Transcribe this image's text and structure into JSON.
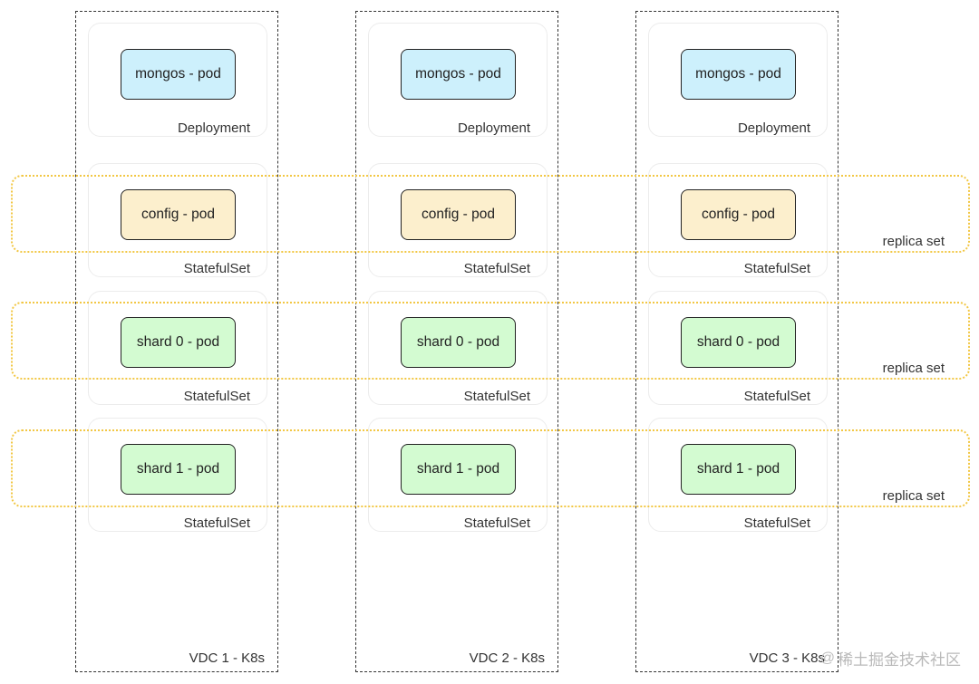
{
  "colors": {
    "mongos_fill": "#cdf0fc",
    "config_fill": "#fcefcd",
    "shard_fill": "#d3fbd1",
    "replica_set_border": "#f2c744",
    "vdc_border": "#333333"
  },
  "columns": [
    {
      "label": "VDC 1 - K8s",
      "groups": [
        {
          "pod": "mongos - pod",
          "type": "Deployment",
          "kind": "mongos"
        },
        {
          "pod": "config - pod",
          "type": "StatefulSet",
          "kind": "config"
        },
        {
          "pod": "shard 0 - pod",
          "type": "StatefulSet",
          "kind": "shard"
        },
        {
          "pod": "shard 1 - pod",
          "type": "StatefulSet",
          "kind": "shard"
        }
      ]
    },
    {
      "label": "VDC 2 - K8s",
      "groups": [
        {
          "pod": "mongos - pod",
          "type": "Deployment",
          "kind": "mongos"
        },
        {
          "pod": "config - pod",
          "type": "StatefulSet",
          "kind": "config"
        },
        {
          "pod": "shard 0 - pod",
          "type": "StatefulSet",
          "kind": "shard"
        },
        {
          "pod": "shard 1 - pod",
          "type": "StatefulSet",
          "kind": "shard"
        }
      ]
    },
    {
      "label": "VDC 3 - K8s",
      "groups": [
        {
          "pod": "mongos - pod",
          "type": "Deployment",
          "kind": "mongos"
        },
        {
          "pod": "config - pod",
          "type": "StatefulSet",
          "kind": "config"
        },
        {
          "pod": "shard 0 - pod",
          "type": "StatefulSet",
          "kind": "shard"
        },
        {
          "pod": "shard 1 - pod",
          "type": "StatefulSet",
          "kind": "shard"
        }
      ]
    }
  ],
  "replica_sets": [
    {
      "label": "replica set"
    },
    {
      "label": "replica set"
    },
    {
      "label": "replica set"
    }
  ],
  "watermark": {
    "text": "稀土掘金技术社区",
    "icon": "at-icon"
  }
}
